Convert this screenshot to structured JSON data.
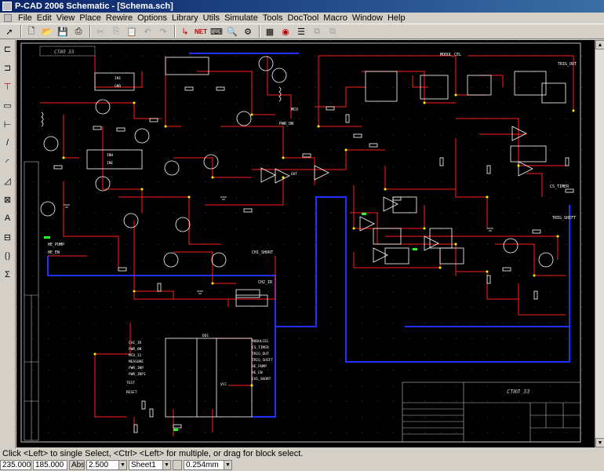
{
  "window": {
    "title": "P-CAD 2006 Schematic - [Schema.sch]"
  },
  "menu": [
    {
      "label": "File"
    },
    {
      "label": "Edit"
    },
    {
      "label": "View"
    },
    {
      "label": "Place"
    },
    {
      "label": "Rewire"
    },
    {
      "label": "Options"
    },
    {
      "label": "Library"
    },
    {
      "label": "Utils"
    },
    {
      "label": "Simulate"
    },
    {
      "label": "Tools"
    },
    {
      "label": "DocTool"
    },
    {
      "label": "Macro"
    },
    {
      "label": "Window"
    },
    {
      "label": "Help"
    }
  ],
  "toolbar": {
    "netlist_label": "NET"
  },
  "schematic": {
    "sheet_label_top": "СТИЛ 33",
    "title_block_name": "СТИЛ 33",
    "nets": [
      "PWR_ON",
      "MCU",
      "HE_PUMP",
      "HE_EN",
      "CH1_SHORT",
      "CH2_IR",
      "TRIG_OUT",
      "CS_TIMER",
      "TRIG_SHIFT",
      "MODUL_CEL"
    ],
    "mcu_left_pins": [
      "CH1_IR",
      "PWR_ON",
      "MCU_11",
      "MEASURE",
      "PWR_INP",
      "PWR_INP1"
    ],
    "mcu_right_pins": [
      "MODULCEL",
      "CS_TIMER",
      "TRIG_OUT",
      "TRIG_SHIFT",
      "HE_PUMP",
      "HE_EN",
      "CH1_SHORT"
    ],
    "mcu_name": "DD1",
    "ic_labels": [
      "IN1",
      "GND",
      "INH",
      "INE",
      "OUT",
      "VCC",
      "TEST",
      "RESET"
    ]
  },
  "status": {
    "hint": "Click <Left> to single Select, <Ctrl> <Left> for multiple, or drag for block select.",
    "x": "235.000",
    "y": "185.000",
    "abs": "Abs",
    "grid": "2.500",
    "sheet": "Sheet1",
    "width": "0.254mm"
  },
  "colors": {
    "wire": "#ff2020",
    "bus": "#2030ff",
    "pin": "#ffffff",
    "junction": "#ffff00",
    "grid": "#202020"
  }
}
